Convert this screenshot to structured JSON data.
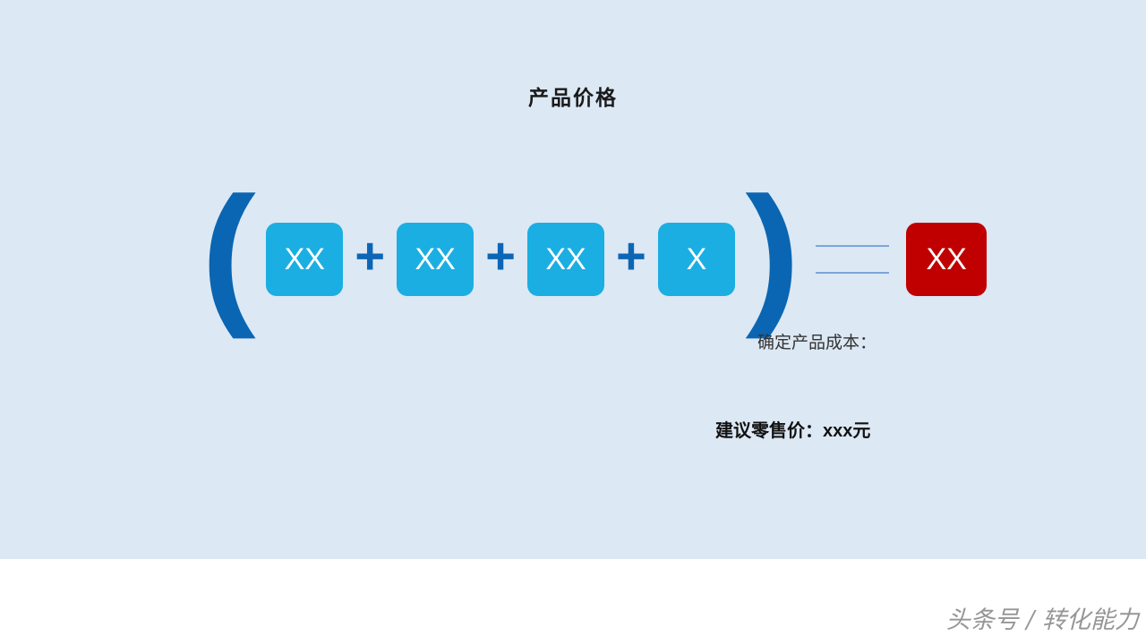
{
  "slide": {
    "title": "产品价格",
    "formula": {
      "open_paren": "(",
      "close_paren": ")",
      "plus": "+",
      "terms": [
        "XX",
        "XX",
        "XX",
        "X"
      ],
      "result": "XX"
    },
    "labels": {
      "cost": "确定产品成本：",
      "retail": "建议零售价：xxx元"
    },
    "watermark": "头条号 / 转化能力",
    "colors": {
      "background": "#dce8f4",
      "term_box": "#1baee3",
      "operator_blue": "#0d66b5",
      "paren_blue": "#0a66b2",
      "result_box": "#c00000",
      "connector_line": "#7ca6d8"
    }
  }
}
